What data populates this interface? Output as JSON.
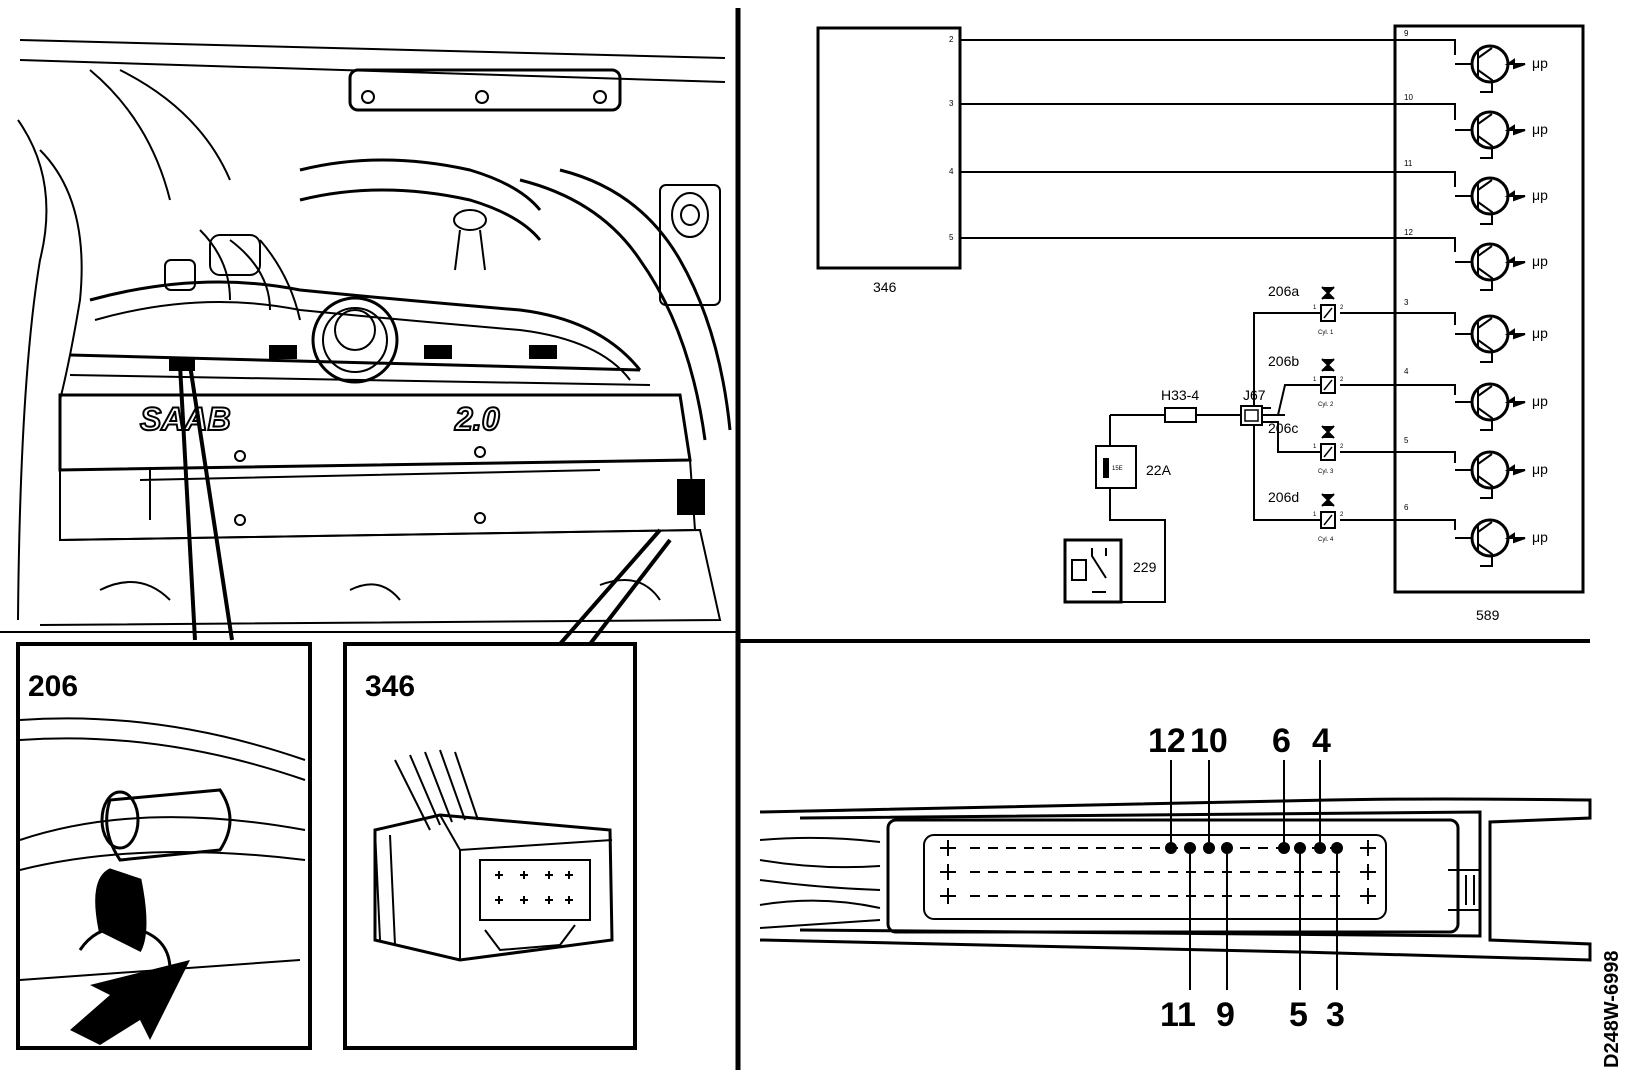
{
  "callouts": {
    "inset_left": "206",
    "inset_right": "346"
  },
  "schematic": {
    "block_346": {
      "label": "346",
      "pins": [
        "2",
        "3",
        "4",
        "5"
      ]
    },
    "block_589": {
      "label": "589",
      "pins": [
        "9",
        "10",
        "11",
        "12",
        "3",
        "4",
        "5",
        "6"
      ]
    },
    "transistor_label": "μp",
    "injectors": [
      {
        "label": "206a",
        "sub": "Cyl. 1"
      },
      {
        "label": "206b",
        "sub": "Cyl. 2"
      },
      {
        "label": "206c",
        "sub": "Cyl. 3"
      },
      {
        "label": "206d",
        "sub": "Cyl. 4"
      }
    ],
    "injector_pin_1": "1",
    "injector_pin_2": "2",
    "connector_h33": "H33-4",
    "junction": "J67",
    "fuse_label": "22A",
    "fuse_value": "15E",
    "relay_label": "229"
  },
  "ecu_connector": {
    "top_pins": [
      "12",
      "10",
      "6",
      "4"
    ],
    "bottom_pins": [
      "11",
      "9",
      "5",
      "3"
    ]
  },
  "figure_code": "D248W-6998"
}
